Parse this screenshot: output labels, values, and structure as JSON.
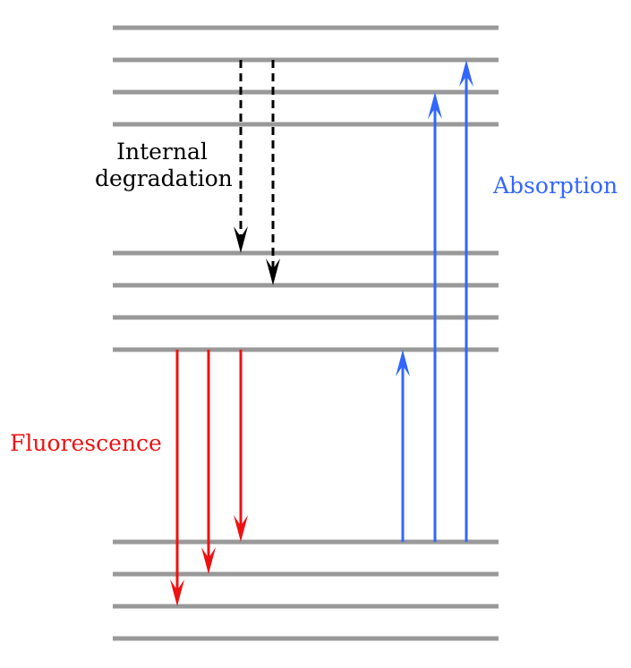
{
  "labels": {
    "internal_degradation_line1": "Internal",
    "internal_degradation_line2": "degradation",
    "absorption": "Absorption",
    "fluorescence": "Fluorescence"
  },
  "colors": {
    "level": "#999999",
    "internal_degradation": "#000000",
    "absorption": "#3366ff",
    "fluorescence": "#ee1111"
  },
  "energy_levels": {
    "upper_band": [
      1,
      2,
      3,
      4
    ],
    "middle_band": [
      1,
      2,
      3,
      4
    ],
    "ground_band": [
      1,
      2,
      3,
      4
    ]
  },
  "transitions": {
    "internal_degradation": [
      {
        "from": "upper_band.2",
        "to": "middle_band.2"
      },
      {
        "from": "upper_band.2",
        "to": "middle_band.1"
      }
    ],
    "absorption": [
      {
        "from": "ground_band.1",
        "to": "middle_band.4"
      },
      {
        "from": "ground_band.1",
        "to": "upper_band.3"
      },
      {
        "from": "ground_band.1",
        "to": "upper_band.2"
      }
    ],
    "fluorescence": [
      {
        "from": "middle_band.4",
        "to": "ground_band.3"
      },
      {
        "from": "middle_band.4",
        "to": "ground_band.2"
      },
      {
        "from": "middle_band.4",
        "to": "ground_band.1"
      }
    ]
  }
}
